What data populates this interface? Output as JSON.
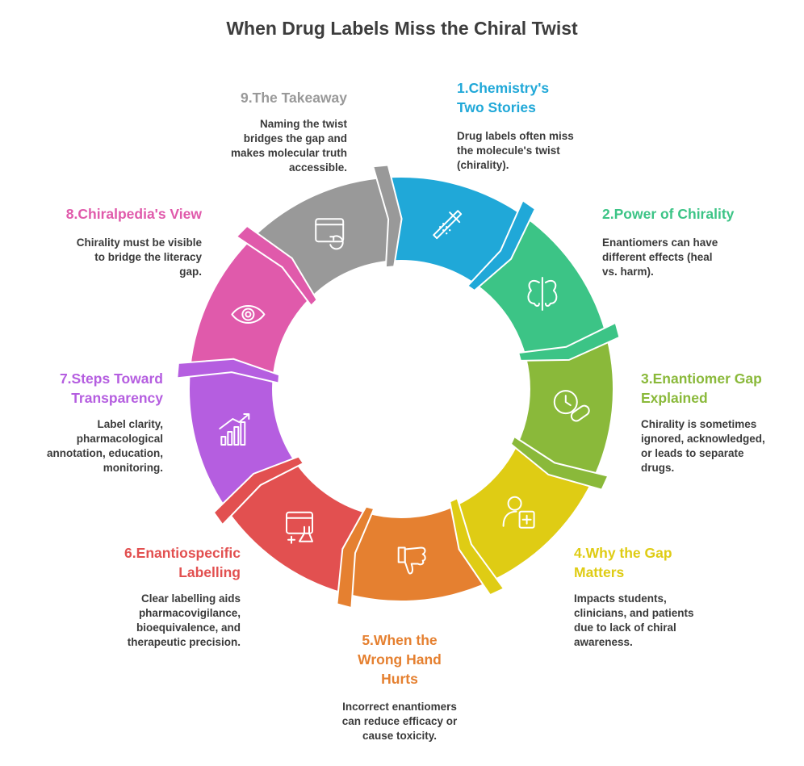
{
  "title": "When Drug Labels Miss the Chiral Twist",
  "steps": [
    {
      "num": "1.",
      "title": [
        "Chemistry's",
        "Two Stories"
      ],
      "description": [
        "Drug labels often miss",
        "the molecule's twist",
        "(chirality)."
      ],
      "color": "#20a8d8",
      "icon": "dropper-icon"
    },
    {
      "num": "2.",
      "title": [
        "Power of Chirality"
      ],
      "description": [
        "Enantiomers can have",
        "different effects (heal",
        "vs. harm)."
      ],
      "color": "#3cc486",
      "icon": "mirror-molecule-icon"
    },
    {
      "num": "3.",
      "title": [
        "Enantiomer Gap",
        "Explained"
      ],
      "description": [
        "Chirality is sometimes",
        "ignored, acknowledged,",
        "or leads to separate",
        "drugs."
      ],
      "color": "#8ab93a",
      "icon": "pill-clock-icon"
    },
    {
      "num": "4.",
      "title": [
        "Why the Gap",
        "Matters"
      ],
      "description": [
        "Impacts students,",
        "clinicians, and patients",
        "due to lack of chiral",
        "awareness."
      ],
      "color": "#dfcc14",
      "icon": "doctor-icon"
    },
    {
      "num": "5.",
      "title": [
        "When the",
        "Wrong Hand",
        "Hurts"
      ],
      "description": [
        "Incorrect enantiomers",
        "can reduce efficacy or",
        "cause toxicity."
      ],
      "color": "#e58030",
      "icon": "thumbs-down-icon"
    },
    {
      "num": "6.",
      "title": [
        "Enantiospecific",
        "Labelling"
      ],
      "description": [
        "Clear labelling aids",
        "pharmacovigilance,",
        "bioequivalence, and",
        "therapeutic precision."
      ],
      "color": "#e25050",
      "icon": "lab-window-icon"
    },
    {
      "num": "7.",
      "title": [
        "Steps Toward",
        "Transparency"
      ],
      "description": [
        "Label clarity,",
        "pharmacological",
        "annotation, education,",
        "monitoring."
      ],
      "color": "#b55ee0",
      "icon": "growth-chart-icon"
    },
    {
      "num": "8.",
      "title": [
        "Chiralpedia's View"
      ],
      "description": [
        "Chirality must be visible",
        "to bridge the literacy",
        "gap."
      ],
      "color": "#e05aab",
      "icon": "eye-icon"
    },
    {
      "num": "9.",
      "title": [
        "The Takeaway"
      ],
      "description": [
        "Naming the twist",
        "bridges the gap and",
        "makes molecular truth",
        "accessible."
      ],
      "color": "#999999",
      "icon": "refresh-window-icon"
    }
  ]
}
